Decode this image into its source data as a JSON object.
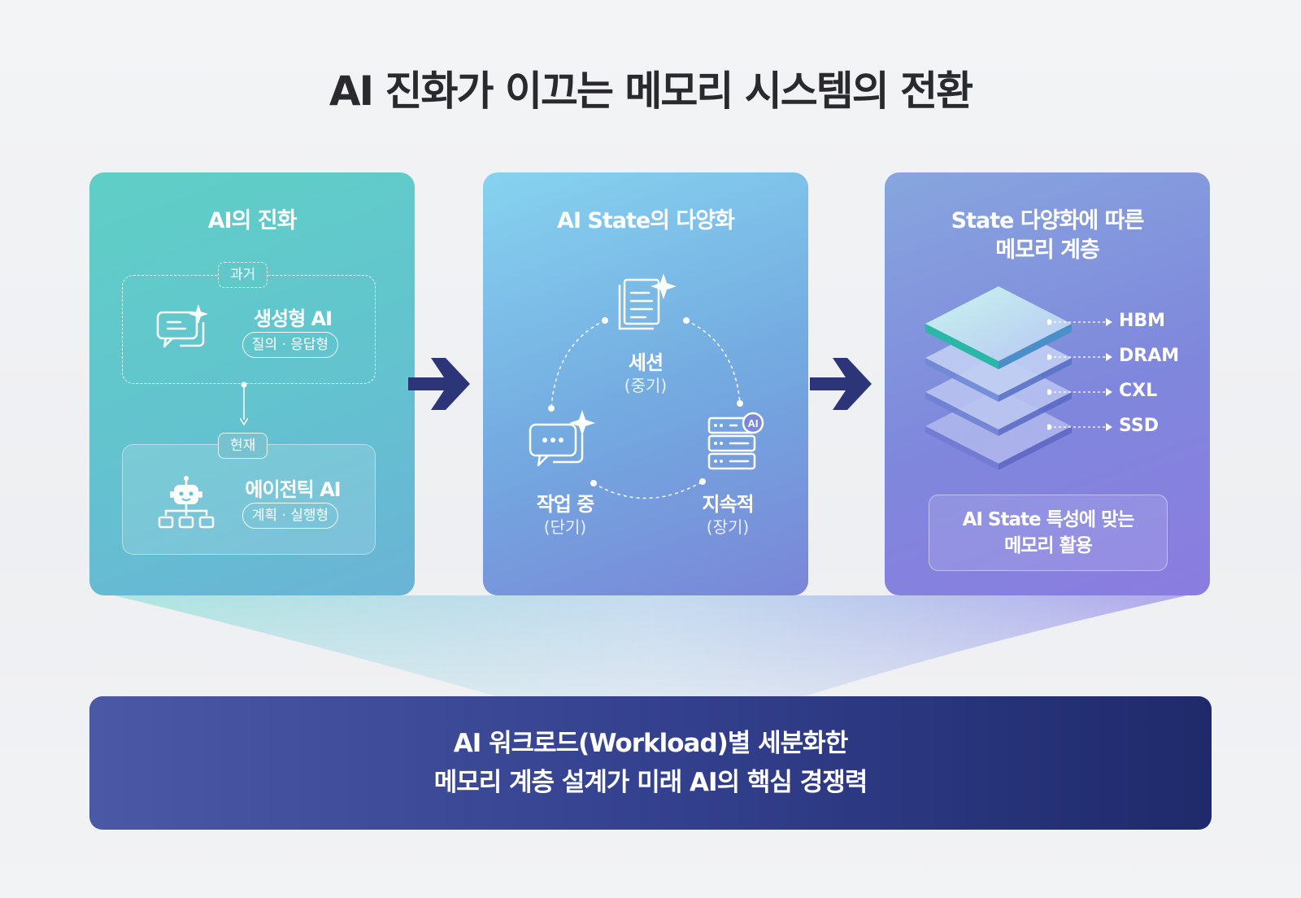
{
  "title": "AI 진화가 이끄는 메모리 시스템의 전환",
  "panel1": {
    "title": "AI의 진화",
    "past": {
      "tag": "과거",
      "name": "생성형 AI",
      "pill": "질의 · 응답형"
    },
    "present": {
      "tag": "현재",
      "name": "에이전틱 AI",
      "pill": "계획 · 실행형"
    }
  },
  "panel2": {
    "title": "AI State의 다양화",
    "session": {
      "label": "세션",
      "sub": "(중기)"
    },
    "working": {
      "label": "작업 중",
      "sub": "(단기)"
    },
    "persistent": {
      "label": "지속적",
      "sub": "(장기)"
    },
    "server_badge": "AI"
  },
  "panel3": {
    "title_line1": "State 다양화에 따른",
    "title_line2": "메모리 계층",
    "tiers": [
      "HBM",
      "DRAM",
      "CXL",
      "SSD"
    ],
    "use_line1": "AI State 특성에 맞는",
    "use_line2": "메모리 활용"
  },
  "bottom": {
    "line1": "AI 워크로드(Workload)별 세분화한",
    "line2": "메모리 계층 설계가 미래 AI의 핵심 경쟁력"
  },
  "colors": {
    "arrow": "#2c3577",
    "bottom_bar": "#2f3b86",
    "panel1": "#5fcfc6",
    "panel2": "#73a9e0",
    "panel3": "#8b7ce0"
  }
}
